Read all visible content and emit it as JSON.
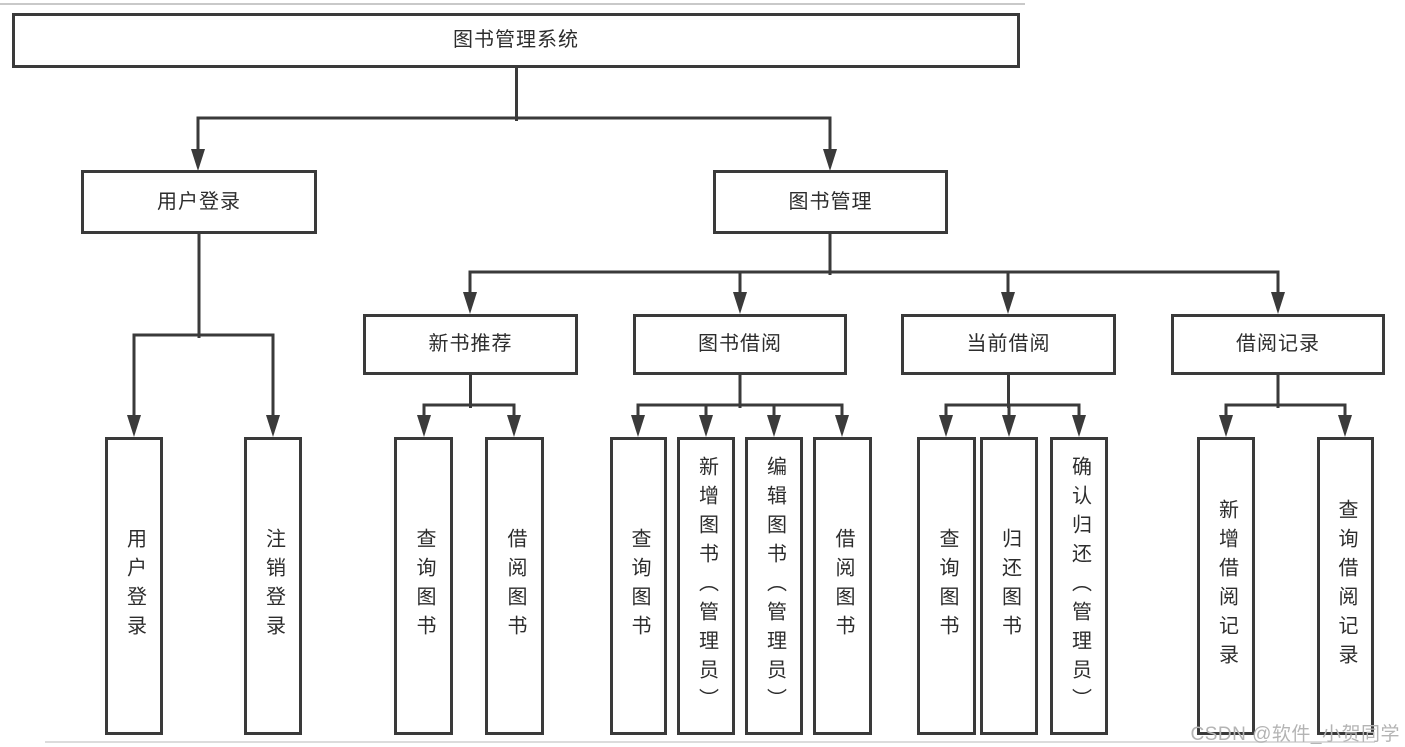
{
  "nodes": {
    "root": "图书管理系统",
    "l2": {
      "userLogin": "用户登录",
      "bookMgmt": "图书管理"
    },
    "l3": {
      "newBookRec": "新书推荐",
      "bookBorrow": "图书借阅",
      "currentBorrow": "当前借阅",
      "borrowRecords": "借阅记录"
    },
    "leaves": [
      "用户登录",
      "注销登录",
      "查询图书",
      "借阅图书",
      "查询图书",
      "新增图书（管理员）",
      "编辑图书（管理员）",
      "借阅图书",
      "查询图书",
      "归还图书",
      "确认归还（管理员）",
      "新增借阅记录",
      "查询借阅记录"
    ]
  },
  "watermark": "CSDN @软件_小贺同学",
  "colors": {
    "line": "#3a3a3a",
    "text": "#2d2d2d",
    "watermark": "#b4b4b4",
    "background": "#ffffff"
  }
}
